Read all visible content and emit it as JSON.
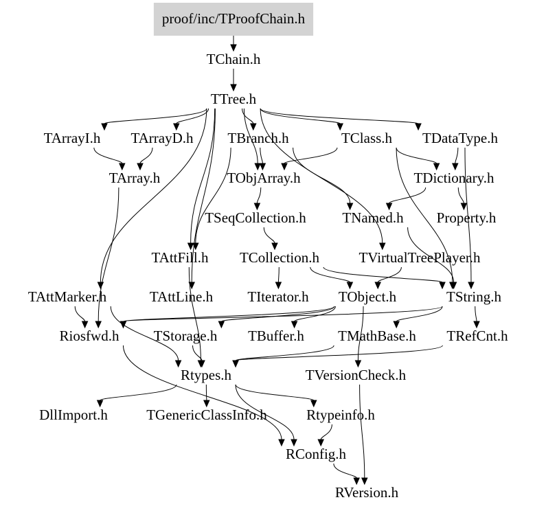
{
  "diagram": {
    "root_fill": "#d3d3d3",
    "nodes": [
      {
        "id": "root",
        "label": "proof/inc/TProofChain.h",
        "root": true
      },
      {
        "id": "tchain",
        "label": "TChain.h"
      },
      {
        "id": "ttree",
        "label": "TTree.h"
      },
      {
        "id": "tarrayi",
        "label": "TArrayI.h"
      },
      {
        "id": "tarrayd",
        "label": "TArrayD.h"
      },
      {
        "id": "tbranch",
        "label": "TBranch.h"
      },
      {
        "id": "tclass",
        "label": "TClass.h"
      },
      {
        "id": "tdatatype",
        "label": "TDataType.h"
      },
      {
        "id": "tarray",
        "label": "TArray.h"
      },
      {
        "id": "tobjarray",
        "label": "TObjArray.h"
      },
      {
        "id": "tdictionary",
        "label": "TDictionary.h"
      },
      {
        "id": "tseqcollection",
        "label": "TSeqCollection.h"
      },
      {
        "id": "tnamed",
        "label": "TNamed.h"
      },
      {
        "id": "property",
        "label": "Property.h"
      },
      {
        "id": "tattfill",
        "label": "TAttFill.h"
      },
      {
        "id": "tcollection",
        "label": "TCollection.h"
      },
      {
        "id": "tvirtualtreeplayer",
        "label": "TVirtualTreePlayer.h"
      },
      {
        "id": "tattmarker",
        "label": "TAttMarker.h"
      },
      {
        "id": "tattline",
        "label": "TAttLine.h"
      },
      {
        "id": "titerator",
        "label": "TIterator.h"
      },
      {
        "id": "tobject",
        "label": "TObject.h"
      },
      {
        "id": "tstring",
        "label": "TString.h"
      },
      {
        "id": "riosfwd",
        "label": "Riosfwd.h"
      },
      {
        "id": "tstorage",
        "label": "TStorage.h"
      },
      {
        "id": "tbuffer",
        "label": "TBuffer.h"
      },
      {
        "id": "tmathbase",
        "label": "TMathBase.h"
      },
      {
        "id": "trefcnt",
        "label": "TRefCnt.h"
      },
      {
        "id": "rtypes",
        "label": "Rtypes.h"
      },
      {
        "id": "tversioncheck",
        "label": "TVersionCheck.h"
      },
      {
        "id": "dllimport",
        "label": "DllImport.h"
      },
      {
        "id": "tgenericclassinfo",
        "label": "TGenericClassInfo.h"
      },
      {
        "id": "rtypeinfo",
        "label": "Rtypeinfo.h"
      },
      {
        "id": "rconfig",
        "label": "RConfig.h"
      },
      {
        "id": "rversion",
        "label": "RVersion.h"
      }
    ],
    "edges": [
      {
        "from": "root",
        "to": "tchain"
      },
      {
        "from": "tchain",
        "to": "ttree"
      },
      {
        "from": "ttree",
        "to": "tarrayi"
      },
      {
        "from": "ttree",
        "to": "tarrayd"
      },
      {
        "from": "ttree",
        "to": "tbranch"
      },
      {
        "from": "ttree",
        "to": "tclass"
      },
      {
        "from": "ttree",
        "to": "tdatatype"
      },
      {
        "from": "ttree",
        "to": "tattmarker"
      },
      {
        "from": "ttree",
        "to": "tattfill"
      },
      {
        "from": "ttree",
        "to": "tattline"
      },
      {
        "from": "ttree",
        "to": "tvirtualtreeplayer"
      },
      {
        "from": "ttree",
        "to": "tobjarray"
      },
      {
        "from": "tarrayi",
        "to": "tarray"
      },
      {
        "from": "tarrayd",
        "to": "tarray"
      },
      {
        "from": "tarray",
        "to": "riosfwd"
      },
      {
        "from": "tbranch",
        "to": "tobjarray"
      },
      {
        "from": "tbranch",
        "to": "tattfill"
      },
      {
        "from": "tbranch",
        "to": "tnamed"
      },
      {
        "from": "tclass",
        "to": "tobjarray"
      },
      {
        "from": "tclass",
        "to": "tdictionary"
      },
      {
        "from": "tclass",
        "to": "tstring"
      },
      {
        "from": "tdatatype",
        "to": "tdictionary"
      },
      {
        "from": "tdatatype",
        "to": "tstring"
      },
      {
        "from": "tobjarray",
        "to": "tseqcollection"
      },
      {
        "from": "tdictionary",
        "to": "tnamed"
      },
      {
        "from": "tdictionary",
        "to": "property"
      },
      {
        "from": "tseqcollection",
        "to": "tcollection"
      },
      {
        "from": "tnamed",
        "to": "tstring"
      },
      {
        "from": "tcollection",
        "to": "titerator"
      },
      {
        "from": "tcollection",
        "to": "tobject"
      },
      {
        "from": "tcollection",
        "to": "tstring"
      },
      {
        "from": "tvirtualtreeplayer",
        "to": "tobject"
      },
      {
        "from": "tattfill",
        "to": "rtypes"
      },
      {
        "from": "tattmarker",
        "to": "riosfwd"
      },
      {
        "from": "tattmarker",
        "to": "rtypes"
      },
      {
        "from": "tobject",
        "to": "riosfwd"
      },
      {
        "from": "tobject",
        "to": "tstorage"
      },
      {
        "from": "tobject",
        "to": "tbuffer"
      },
      {
        "from": "tobject",
        "to": "tversioncheck"
      },
      {
        "from": "tstring",
        "to": "riosfwd"
      },
      {
        "from": "tstring",
        "to": "tmathbase"
      },
      {
        "from": "tstring",
        "to": "trefcnt"
      },
      {
        "from": "tstorage",
        "to": "rtypes"
      },
      {
        "from": "tmathbase",
        "to": "rtypes"
      },
      {
        "from": "trefcnt",
        "to": "rtypes"
      },
      {
        "from": "riosfwd",
        "to": "rconfig"
      },
      {
        "from": "rtypes",
        "to": "dllimport"
      },
      {
        "from": "rtypes",
        "to": "tgenericclassinfo"
      },
      {
        "from": "rtypes",
        "to": "rtypeinfo"
      },
      {
        "from": "rtypes",
        "to": "rconfig"
      },
      {
        "from": "rtypeinfo",
        "to": "rconfig"
      },
      {
        "from": "rconfig",
        "to": "rversion"
      },
      {
        "from": "tversioncheck",
        "to": "rversion"
      }
    ]
  }
}
